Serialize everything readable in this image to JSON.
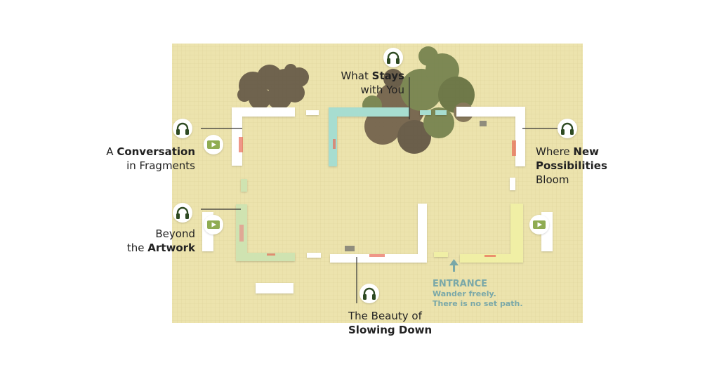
{
  "colors": {
    "floor": "#ece3ad",
    "floor_line": "#ddd39a",
    "wall_white": "#ffffff",
    "wall_teal": "#a7ddd0",
    "wall_green": "#cfe3b1",
    "wall_yellow": "#f0efa5",
    "tree": "#5a4d3e",
    "tree_green": "#6e7c48",
    "icon_dark": "#2e4a22",
    "video_btn": "#8fac52",
    "entrance": "#7aa8a8",
    "text": "#222222"
  },
  "stops": [
    {
      "icon": "headphones-icon",
      "line1": "A",
      "bold1": "Conversation",
      "line2": "in Fragments",
      "bold2": ""
    },
    {
      "icon": "headphones-icon",
      "line1": "What",
      "bold1": "Stays",
      "line2": "with You",
      "bold2": ""
    },
    {
      "icon": "headphones-icon",
      "line1": "Where",
      "bold1": "New",
      "line2": "",
      "bold2": "Possibilities",
      "line3": "Bloom"
    },
    {
      "icon": "headphones-icon",
      "line1": "Beyond",
      "bold1": "",
      "line2": "the",
      "bold2": "Artwork"
    },
    {
      "icon": "headphones-icon",
      "line1": "The Beauty of",
      "bold1": "",
      "line2": "",
      "bold2": "Slowing Down"
    }
  ],
  "video_icon": "play-video-icon",
  "entrance": {
    "title": "ENTRANCE",
    "line1": "Wander freely.",
    "line2": "There is no set path.",
    "arrow_icon": "arrow-up-icon"
  }
}
